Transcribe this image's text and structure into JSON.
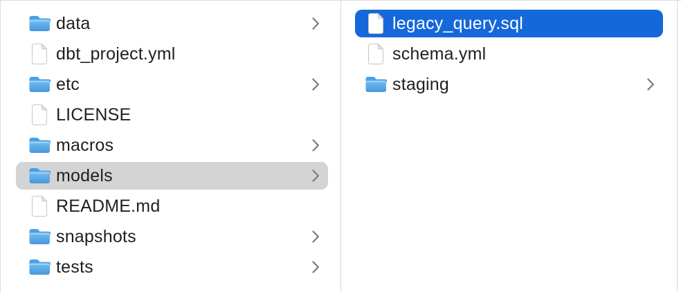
{
  "colors": {
    "background": "#ffffff",
    "window_border": "#dcdcdc",
    "divider": "#d7d7d7",
    "selection_blue": "#1568da",
    "selection_gray": "#d4d4d4",
    "text": "#1f1f1f",
    "selected_text": "#ffffff",
    "chevron": "#7d7d7d",
    "folder_tab": "#4c9fe2",
    "folder_body_top": "#76bef2",
    "folder_body_mid": "#58a7e6",
    "folder_body_bottom": "#4a97da",
    "folder_highlight": "#a6d7f8",
    "file_fill": "#ffffff",
    "file_stroke": "#c6c6c6",
    "file_fold": "#e9e9e9"
  },
  "columns": [
    {
      "id": "column-1",
      "items": [
        {
          "label": "data",
          "type": "folder",
          "has_chevron": true,
          "selected": "none"
        },
        {
          "label": "dbt_project.yml",
          "type": "file",
          "has_chevron": false,
          "selected": "none"
        },
        {
          "label": "etc",
          "type": "folder",
          "has_chevron": true,
          "selected": "none"
        },
        {
          "label": "LICENSE",
          "type": "file",
          "has_chevron": false,
          "selected": "none"
        },
        {
          "label": "macros",
          "type": "folder",
          "has_chevron": true,
          "selected": "none"
        },
        {
          "label": "models",
          "type": "folder",
          "has_chevron": true,
          "selected": "gray"
        },
        {
          "label": "README.md",
          "type": "file",
          "has_chevron": false,
          "selected": "none"
        },
        {
          "label": "snapshots",
          "type": "folder",
          "has_chevron": true,
          "selected": "none"
        },
        {
          "label": "tests",
          "type": "folder",
          "has_chevron": true,
          "selected": "none"
        }
      ]
    },
    {
      "id": "column-2",
      "items": [
        {
          "label": "legacy_query.sql",
          "type": "file",
          "has_chevron": false,
          "selected": "blue"
        },
        {
          "label": "schema.yml",
          "type": "file",
          "has_chevron": false,
          "selected": "none"
        },
        {
          "label": "staging",
          "type": "folder",
          "has_chevron": true,
          "selected": "none"
        }
      ]
    }
  ]
}
